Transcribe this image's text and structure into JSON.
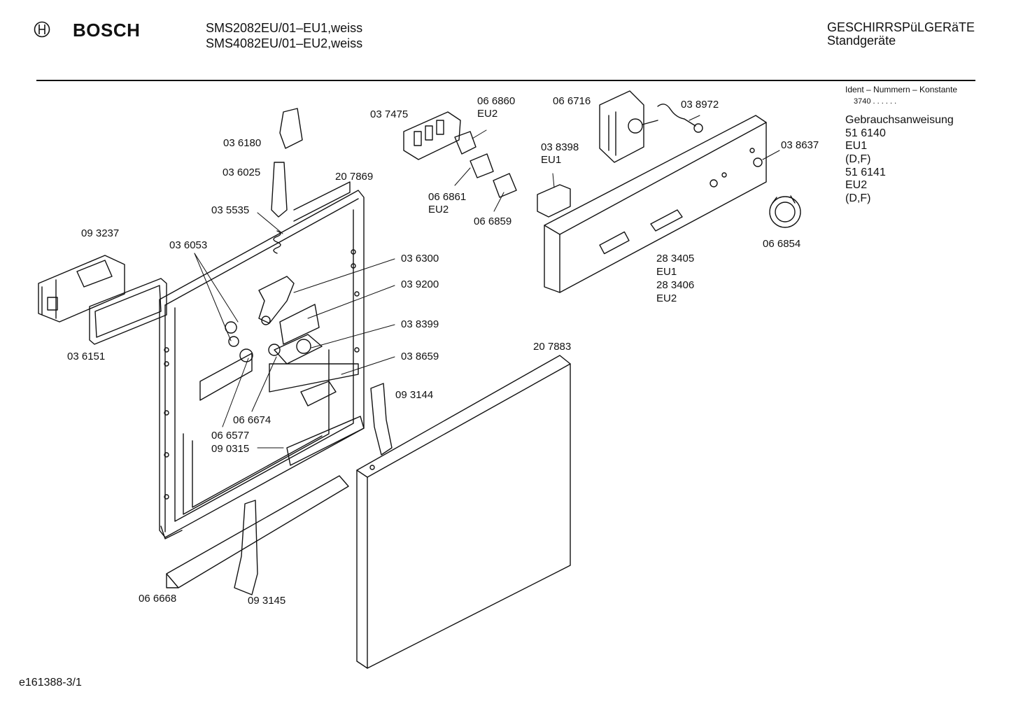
{
  "header": {
    "brand": "BOSCH",
    "model_line_1": "SMS2082EU/01–EU1,weiss",
    "model_line_2": "SMS4082EU/01–EU2,weiss",
    "category_line_1": "GESCHIRRSPüLGERäTE",
    "category_line_2": "Standgeräte"
  },
  "sidebar": {
    "ident_title": "Ident – Nummern – Konstante",
    "ident_value": "3740 . .   . . . .",
    "manual_title": "Gebrauchsanweisung",
    "lines": [
      "51 6140",
      "EU1",
      "(D,F)",
      "51 6141",
      "EU2",
      "(D,F)"
    ]
  },
  "parts": {
    "p036180": "03 6180",
    "p036025": "03 6025",
    "p035535": "03 5535",
    "p207869": "20 7869",
    "p093237": "09 3237",
    "p036053": "03 6053",
    "p036151": "03 6151",
    "p037475": "03 7475",
    "p066860": "06 6860",
    "p066860_variant": "EU2",
    "p066861": "06 6861",
    "p066861_variant": "EU2",
    "p066859": "06 6859",
    "p066716": "06 6716",
    "p038972": "03 8972",
    "p038398": "03 8398",
    "p038398_variant": "EU1",
    "p038637": "03 8637",
    "p066854": "06 6854",
    "p283405": "28 3405",
    "p283405_variant": "EU1",
    "p283406": "28 3406",
    "p283406_variant": "EU2",
    "p036300": "03 6300",
    "p039200": "03 9200",
    "p038399": "03 8399",
    "p038659": "03 8659",
    "p207883": "20 7883",
    "p093144": "09 3144",
    "p066674": "06 6674",
    "p066577": "06 6577",
    "p090315": "09 0315",
    "p066668": "06 6668",
    "p093145": "09 3145"
  },
  "footer": {
    "drawing_id": "e161388-3/1"
  }
}
